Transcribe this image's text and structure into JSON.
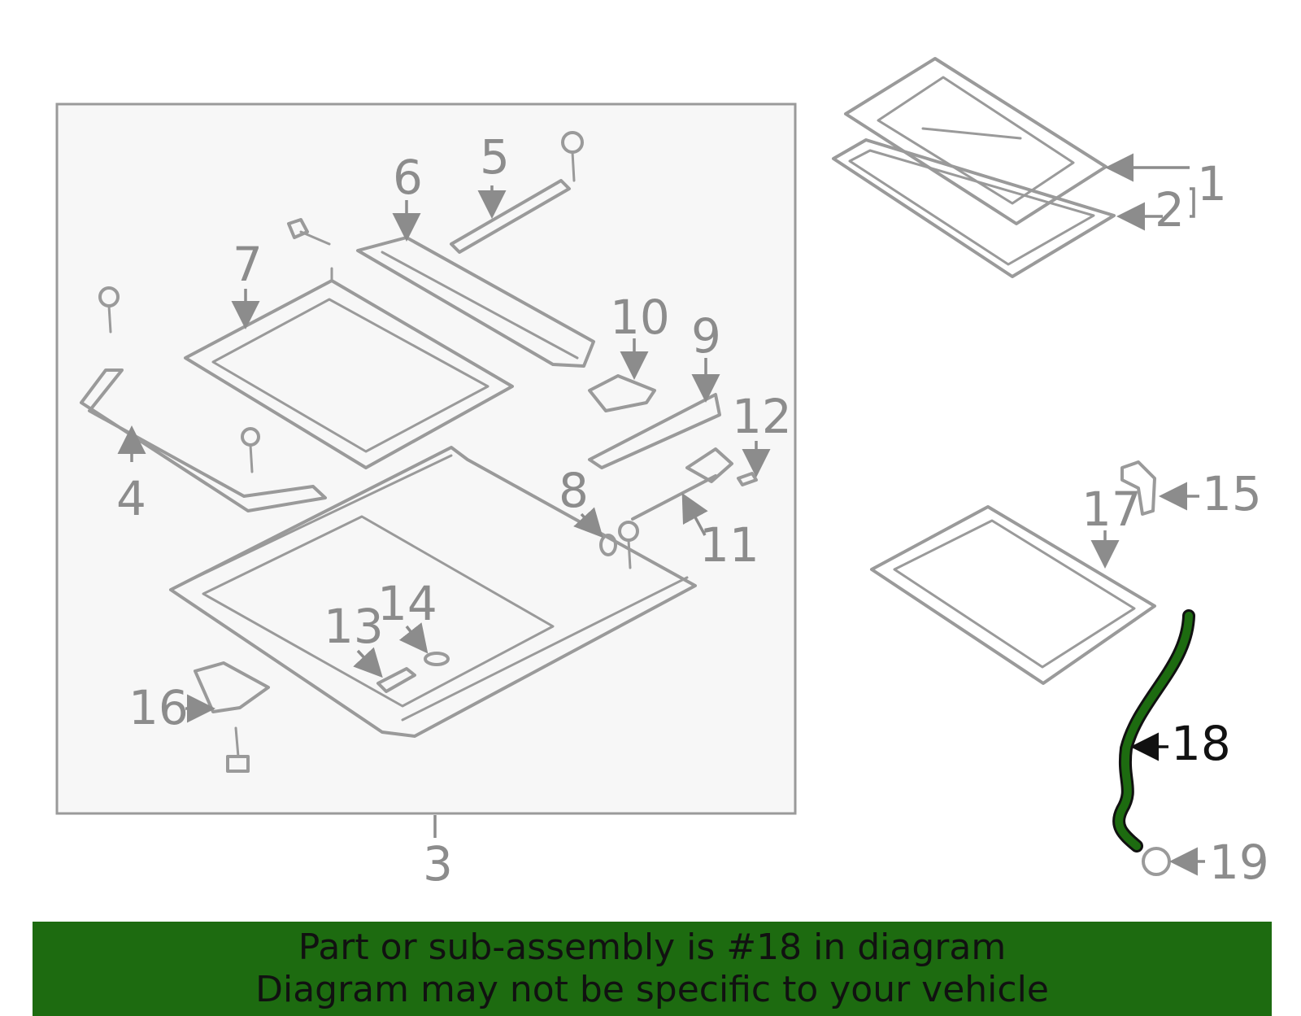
{
  "callouts": {
    "c1": "1",
    "c2": "2",
    "c3": "3",
    "c4": "4",
    "c5": "5",
    "c6": "6",
    "c7": "7",
    "c8": "8",
    "c9": "9",
    "c10": "10",
    "c11": "11",
    "c12": "12",
    "c13": "13",
    "c14": "14",
    "c15": "15",
    "c16": "16",
    "c17": "17",
    "c18": "18",
    "c19": "19"
  },
  "highlight": {
    "part_number": "18",
    "color": "#1d6b10"
  },
  "colors": {
    "part_stroke": "#9a9a9a",
    "panel_fill": "#f7f7f7",
    "banner_bg": "#1d6b10"
  },
  "banner": {
    "line1": "Part or sub-assembly is #18 in diagram",
    "line2": "Diagram may not be specific to your vehicle"
  }
}
